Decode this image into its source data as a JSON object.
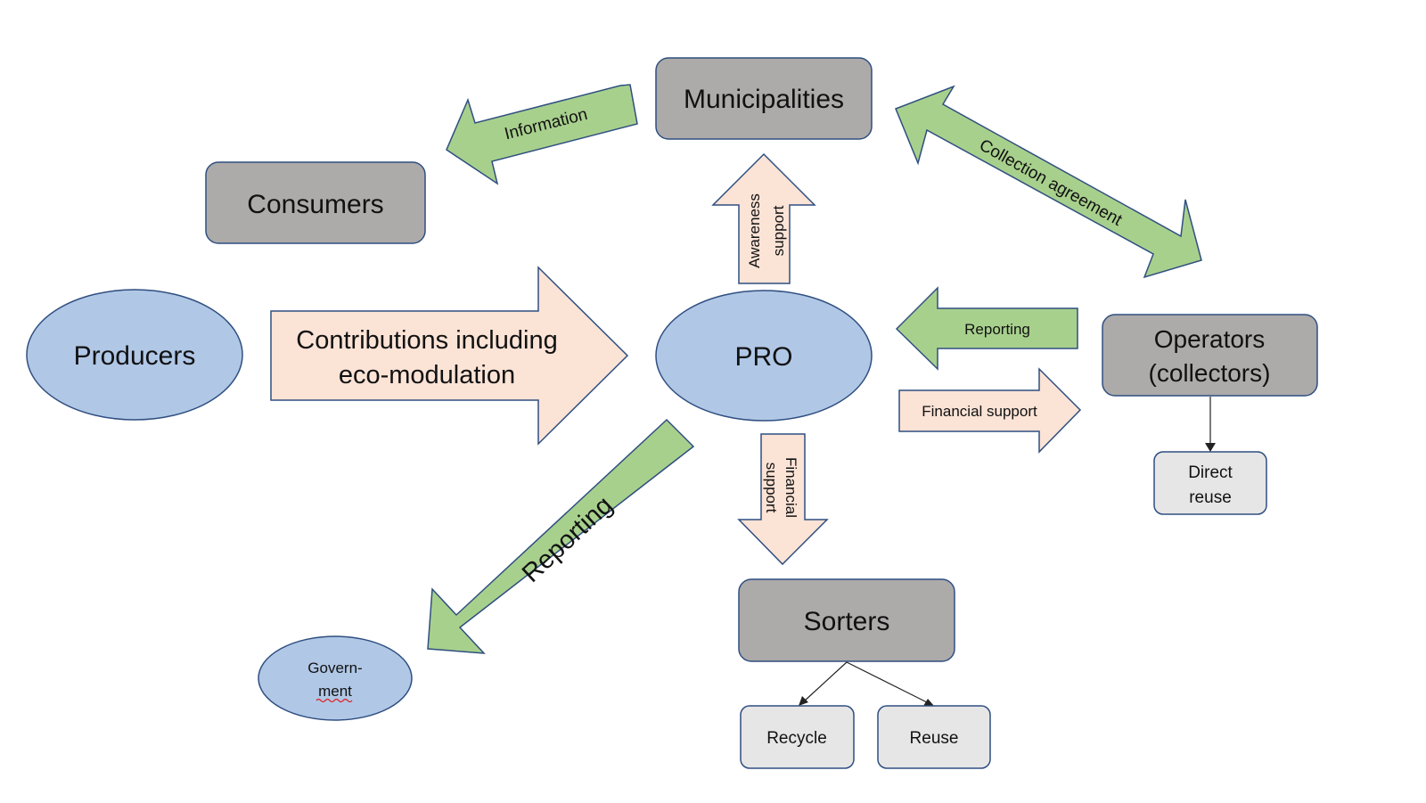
{
  "colors": {
    "gray_box": "#ADAAAA",
    "light_box": "#E6E6E6",
    "blue_ellipse": "#B0C7E6",
    "outline": "#2F4F80",
    "green_arrow": "#A8D08D",
    "peach_arrow": "#FBE3D6",
    "connector": "#222222"
  },
  "nodes": {
    "municipalities": "Municipalities",
    "consumers": "Consumers",
    "producers": "Producers",
    "pro": "PRO",
    "operators_line1": "Operators",
    "operators_line2": "(collectors)",
    "direct_reuse_line1": "Direct",
    "direct_reuse_line2": "reuse",
    "sorters": "Sorters",
    "recycle": "Recycle",
    "reuse": "Reuse",
    "government_line1": "Govern-",
    "government_line2": "ment"
  },
  "arrows": {
    "information": "Information",
    "collection_agreement": "Collection agreement",
    "awareness_line1": "Awareness",
    "awareness_line2": "support",
    "contributions_line1": "Contributions including",
    "contributions_line2": "eco-modulation",
    "reporting_operators": "Reporting",
    "financial_support_operators": "Financial support",
    "reporting_government": "Reporting",
    "financial_sorters_line1": "Financial",
    "financial_sorters_line2": "support"
  },
  "icons": {
    "spellcheck": "red-squiggle-underline"
  }
}
